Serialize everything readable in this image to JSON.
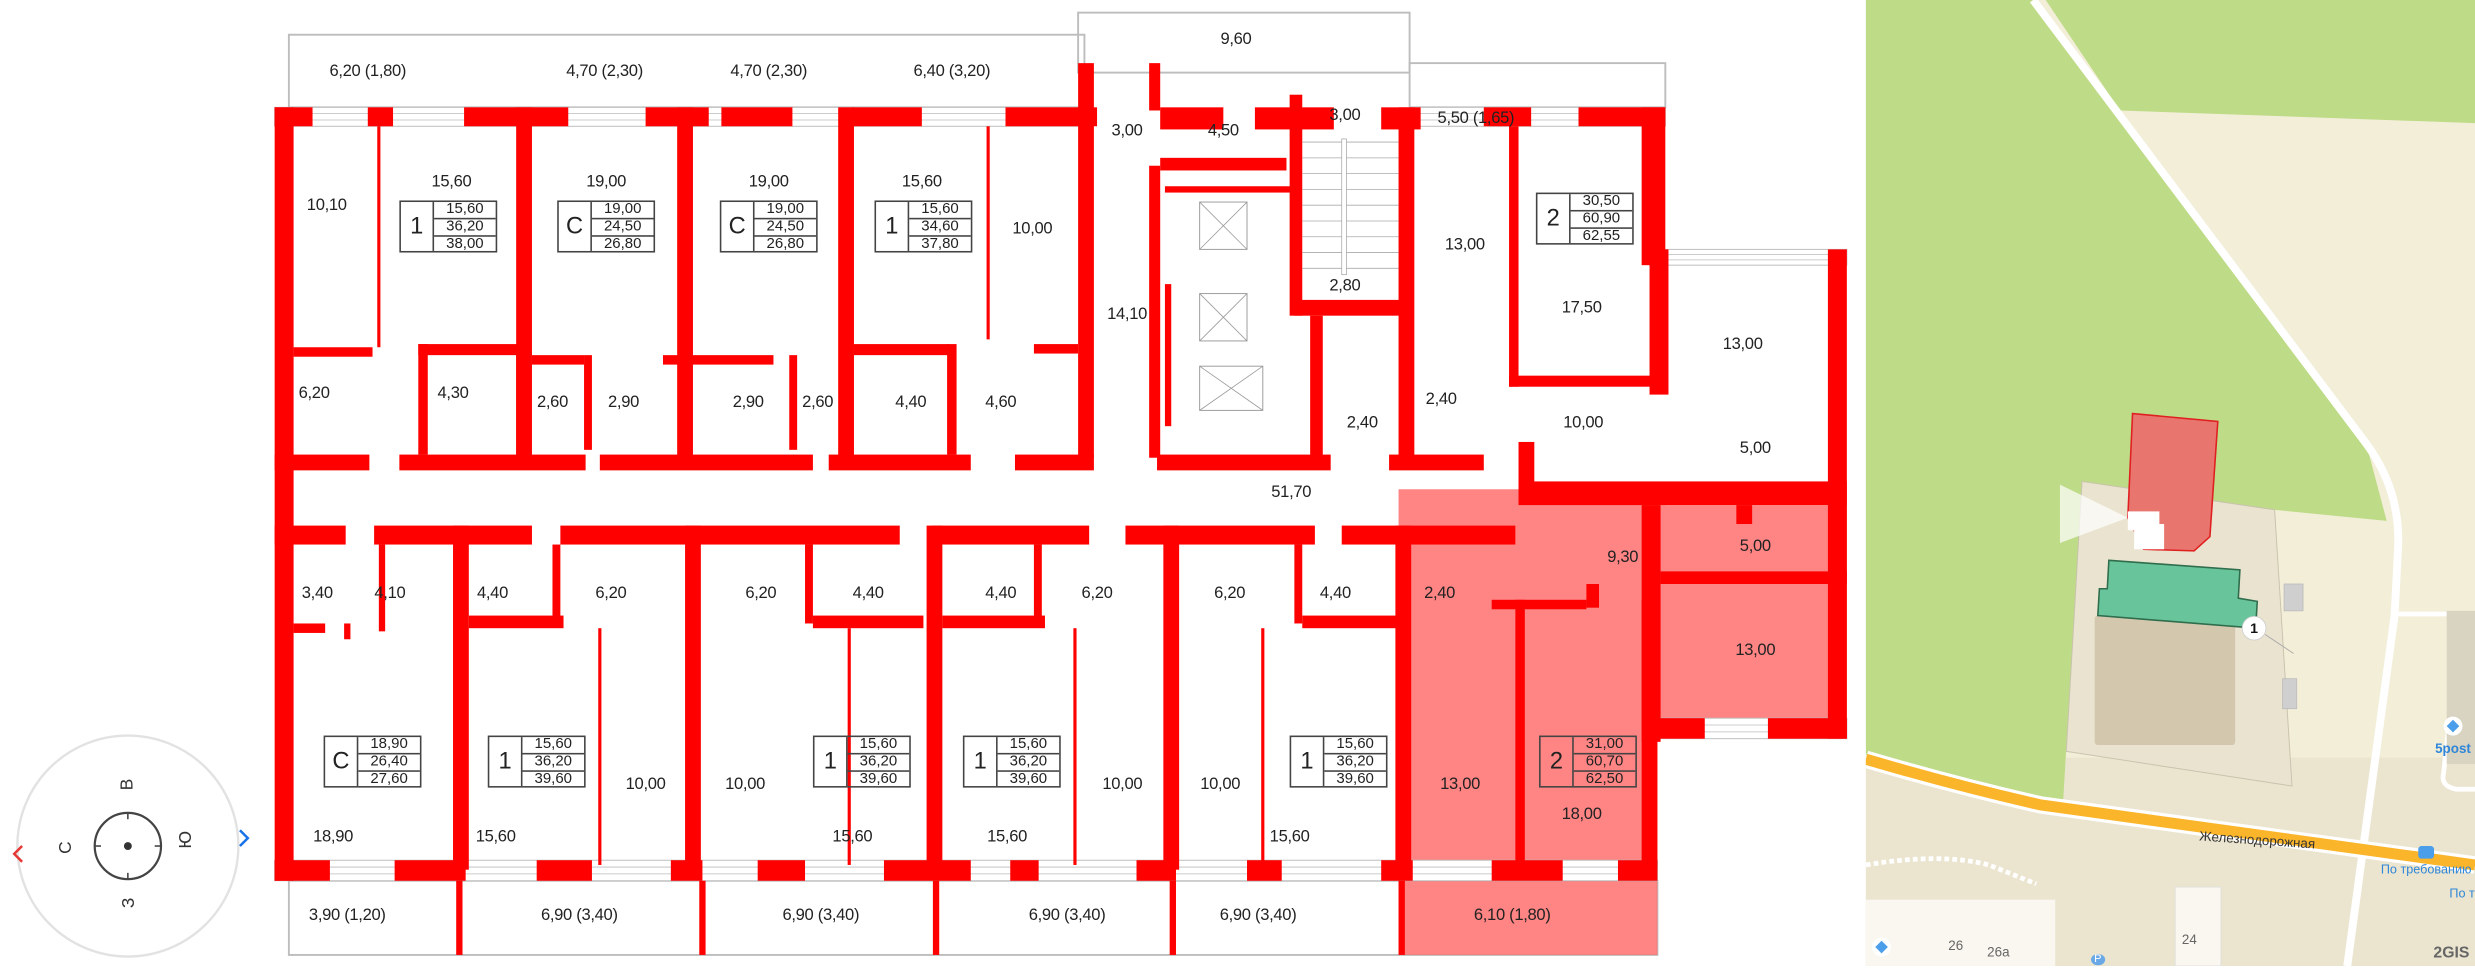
{
  "floor_plan": {
    "wall_color": "#ff0000",
    "selected_highlight_color": "#ff6f6f",
    "balconies_top": [
      "6,20 (1,80)",
      "4,70 (2,30)",
      "4,70 (2,30)",
      "6,40 (3,20)",
      "9,60",
      "5,50 (1,65)"
    ],
    "balconies_bottom": [
      "3,90 (1,20)",
      "6,90 (3,40)",
      "6,90 (3,40)",
      "6,90 (3,40)",
      "6,90 (3,40)",
      "6,10 (1,80)"
    ],
    "rooms": [
      "10,10",
      "15,60",
      "19,00",
      "19,00",
      "15,60",
      "10,00",
      "3,00",
      "4,50",
      "3,00",
      "14,10",
      "2,80",
      "13,00",
      "17,50",
      "13,00",
      "6,20",
      "4,30",
      "2,60",
      "2,90",
      "2,90",
      "2,60",
      "4,40",
      "4,60",
      "2,40",
      "2,40",
      "10,00",
      "5,00",
      "51,70",
      "3,40",
      "4,10",
      "4,40",
      "6,20",
      "6,20",
      "4,40",
      "4,40",
      "6,20",
      "6,20",
      "4,40",
      "2,40",
      "9,30",
      "5,00",
      "13,00",
      "18,90",
      "15,60",
      "10,00",
      "10,00",
      "15,60",
      "15,60",
      "10,00",
      "10,00",
      "15,60",
      "13,00",
      "18,00"
    ],
    "apartments": [
      {
        "type": "1",
        "living": "15,60",
        "total": "36,20",
        "total_with_balcony": "38,00"
      },
      {
        "type": "С",
        "living": "19,00",
        "total": "24,50",
        "total_with_balcony": "26,80"
      },
      {
        "type": "С",
        "living": "19,00",
        "total": "24,50",
        "total_with_balcony": "26,80"
      },
      {
        "type": "1",
        "living": "15,60",
        "total": "34,60",
        "total_with_balcony": "37,80"
      },
      {
        "type": "2",
        "living": "30,50",
        "total": "60,90",
        "total_with_balcony": "62,55"
      },
      {
        "type": "С",
        "living": "18,90",
        "total": "26,40",
        "total_with_balcony": "27,60"
      },
      {
        "type": "1",
        "living": "15,60",
        "total": "36,20",
        "total_with_balcony": "39,60"
      },
      {
        "type": "1",
        "living": "15,60",
        "total": "36,20",
        "total_with_balcony": "39,60"
      },
      {
        "type": "1",
        "living": "15,60",
        "total": "36,20",
        "total_with_balcony": "39,60"
      },
      {
        "type": "1",
        "living": "15,60",
        "total": "36,20",
        "total_with_balcony": "39,60"
      },
      {
        "type": "2",
        "living": "31,00",
        "total": "60,70",
        "total_with_balcony": "62,50",
        "selected": true
      }
    ]
  },
  "compass": {
    "top": "В",
    "left": "С",
    "right": "Ю",
    "bottom": "З",
    "prev_arrow_color": "#e53935",
    "next_arrow_color": "#1a73e8"
  },
  "map": {
    "street": "Железнодорожная",
    "building_marker": "1",
    "house_numbers": [
      "26",
      "26а",
      "24"
    ],
    "parking": "P",
    "poi": "5post",
    "bus_stop": "По требованию",
    "bus_stop_2": "По тр",
    "brand": "2GIS",
    "colors": {
      "park": "#bedb87",
      "ground": "#f2eed8",
      "road_major": "#fbb52b",
      "selected_building": "#e8766f",
      "highlight_building": "#68c49a"
    }
  }
}
